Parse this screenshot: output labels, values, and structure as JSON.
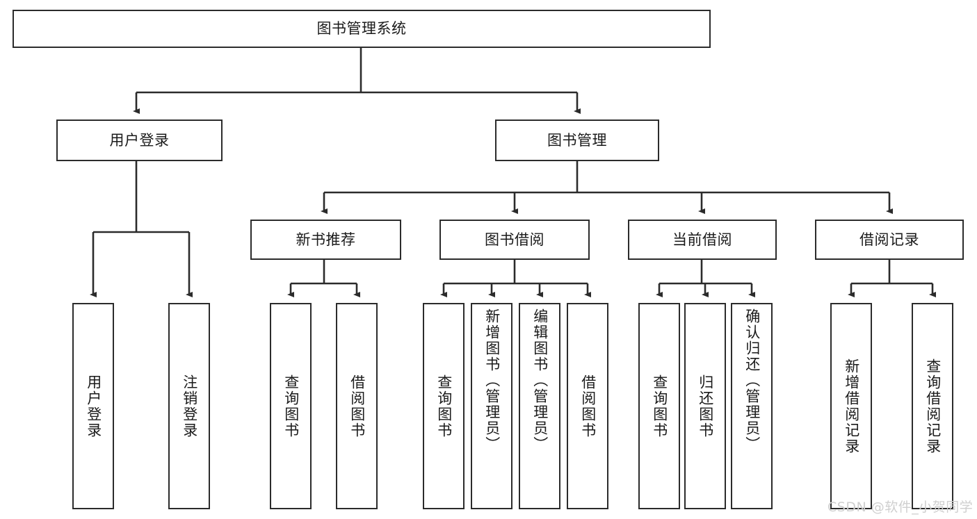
{
  "diagram": {
    "type": "tree-hierarchy-diagram",
    "title": "图书管理系统",
    "colors": {
      "stroke": "#2b2b2b",
      "fill": "#ffffff",
      "text": "#1a1a1a",
      "watermark": "#cfcfcf"
    },
    "root": {
      "label": "图书管理系统"
    },
    "level1": [
      {
        "label": "用户登录"
      },
      {
        "label": "图书管理"
      }
    ],
    "level2": [
      {
        "label": "新书推荐"
      },
      {
        "label": "图书借阅"
      },
      {
        "label": "当前借阅"
      },
      {
        "label": "借阅记录"
      }
    ],
    "leaves": {
      "user_login": [
        {
          "label": "用户登录"
        },
        {
          "label": "注销登录"
        }
      ],
      "new_book_recommend": [
        {
          "label": "查询图书"
        },
        {
          "label": "借阅图书"
        }
      ],
      "book_borrow": [
        {
          "label": "查询图书"
        },
        {
          "label": "新增图书（管理员）"
        },
        {
          "label": "编辑图书（管理员）"
        },
        {
          "label": "借阅图书"
        }
      ],
      "current_borrow": [
        {
          "label": "查询图书"
        },
        {
          "label": "归还图书"
        },
        {
          "label": "确认归还（管理员）"
        }
      ],
      "borrow_record": [
        {
          "label": "新增借阅记录"
        },
        {
          "label": "查询借阅记录"
        }
      ]
    },
    "watermark": "CSDN @软件_小贺同学"
  }
}
